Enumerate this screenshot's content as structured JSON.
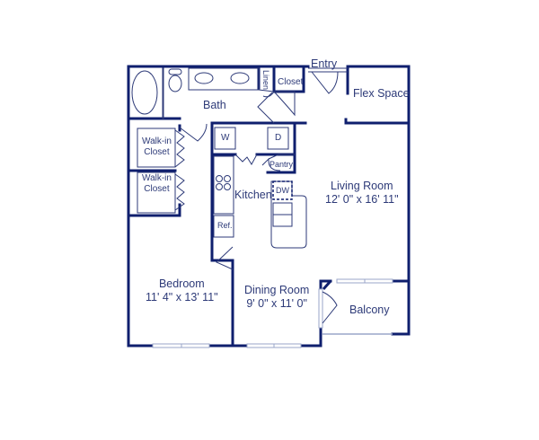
{
  "floorplan": {
    "wall_color": "#0f1f6e",
    "fixture_color": "#2d3a78",
    "window_color": "#9aa6c8",
    "rooms": {
      "bath": {
        "name": "Bath"
      },
      "entry": {
        "name": "Entry"
      },
      "flex_space": {
        "name": "Flex Space"
      },
      "linen": {
        "name": "Linen"
      },
      "closet": {
        "name": "Closet"
      },
      "walk_in_closet_1": {
        "line1": "Walk-in",
        "line2": "Closet"
      },
      "walk_in_closet_2": {
        "line1": "Walk-in",
        "line2": "Closet"
      },
      "kitchen": {
        "name": "Kitchen"
      },
      "pantry": {
        "name": "Pantry"
      },
      "living_room": {
        "name": "Living Room",
        "dimensions": "12' 0\" x 16' 11\""
      },
      "bedroom": {
        "name": "Bedroom",
        "dimensions": "11' 4\" x 13' 11\""
      },
      "dining_room": {
        "name": "Dining Room",
        "dimensions": "9' 0\" x 11' 0\""
      },
      "balcony": {
        "name": "Balcony"
      }
    },
    "appliances": {
      "washer": "W",
      "dryer": "D",
      "dishwasher": "DW",
      "refrigerator": "Ref."
    }
  }
}
